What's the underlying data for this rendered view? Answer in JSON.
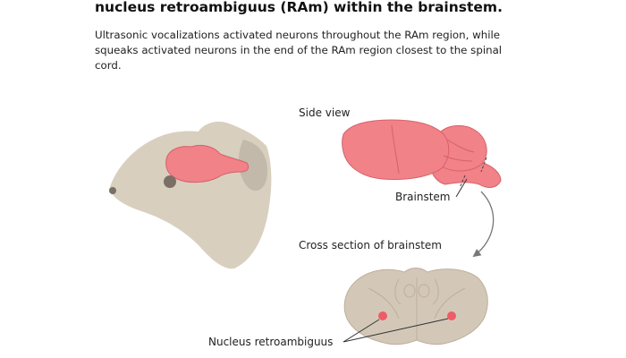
{
  "figure": {
    "title": "nucleus retroambiguus (RAm) within the brainstem.",
    "description": "Ultrasonic vocalizations activated neurons throughout the RAm region, while squeaks activated neurons in the end of the RAm region closest to the spinal cord.",
    "labels": {
      "side_view": "Side view",
      "brainstem": "Brainstem",
      "cross_section": "Cross section of brainstem",
      "nucleus": "Nucleus retroambiguus"
    },
    "colors": {
      "brain_highlight": "#f08288",
      "brain_outline": "#d8606a",
      "mouse_fur": "#d8cfbf",
      "mouse_ear_inner": "#c2b9aa",
      "eye": "#7a7066",
      "tissue": "#d3c8b8",
      "tissue_line": "#bcae9c",
      "nucleus_dot": "#ee5c66",
      "pointer_line": "#333333",
      "arrow": "#777777"
    }
  }
}
